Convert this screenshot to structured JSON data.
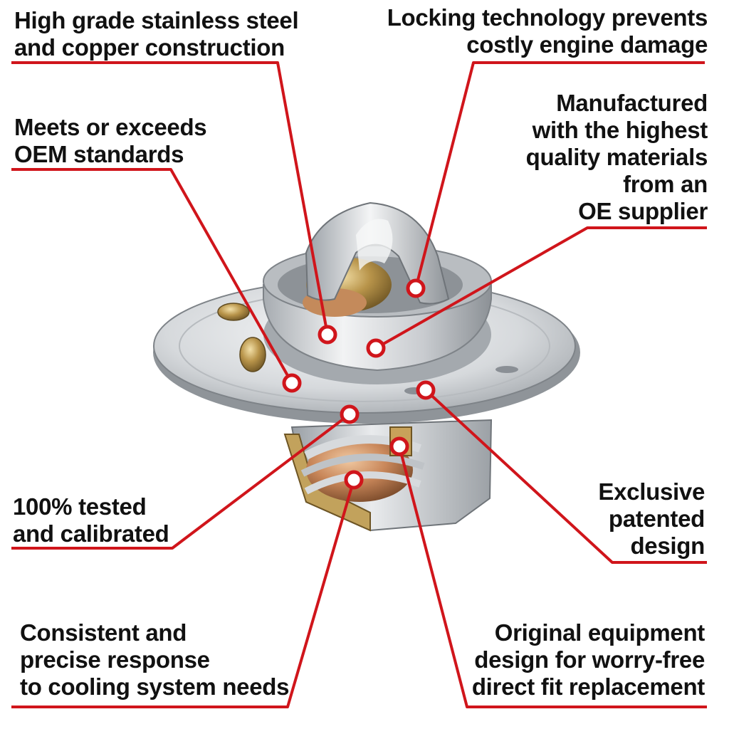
{
  "colors": {
    "callout_line": "#d0151b",
    "text": "#111111",
    "steel_light": "#eef0f2",
    "steel_dark": "#8a8f95",
    "brass": "#b8944a",
    "copper": "#c9875a"
  },
  "product_icon": "thermostat-illustration",
  "callouts": [
    {
      "id": "stainless-steel",
      "text": "High grade stainless steel\nand copper construction"
    },
    {
      "id": "locking-technology",
      "text": "Locking technology prevents\ncostly engine damage"
    },
    {
      "id": "oem-standards",
      "text": "Meets or exceeds\nOEM standards"
    },
    {
      "id": "quality-materials",
      "text": "Manufactured\nwith the highest\nquality materials\nfrom an\nOE supplier"
    },
    {
      "id": "tested-calibrated",
      "text": "100% tested\nand calibrated"
    },
    {
      "id": "patented-design",
      "text": "Exclusive\npatented\ndesign"
    },
    {
      "id": "precise-response",
      "text": "Consistent and\nprecise response\nto cooling system needs"
    },
    {
      "id": "direct-fit",
      "text": "Original equipment\ndesign for worry-free\ndirect fit replacement"
    }
  ]
}
